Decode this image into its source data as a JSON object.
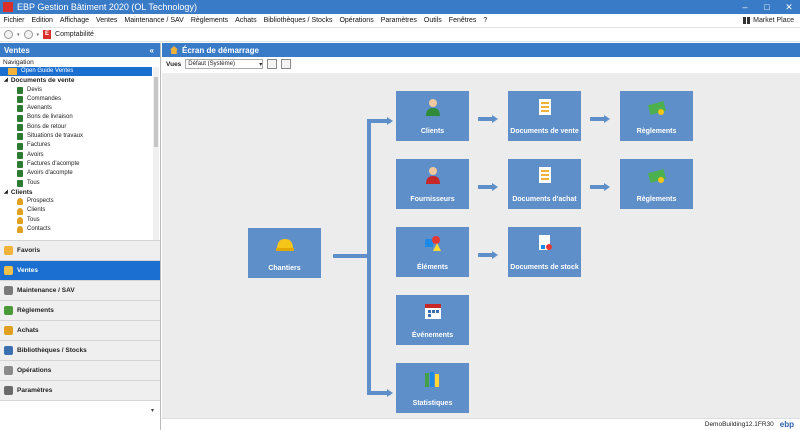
{
  "window": {
    "title": "EBP Gestion Bâtiment 2020 (OL Technology)"
  },
  "menu": [
    "Fichier",
    "Edition",
    "Affichage",
    "Ventes",
    "Maintenance / SAV",
    "Règlements",
    "Achats",
    "Bibliothèques / Stocks",
    "Opérations",
    "Paramètres",
    "Outils",
    "Fenêtres",
    "?"
  ],
  "market_place": "Market Place",
  "toolbar": {
    "compta_label": "Comptabilité"
  },
  "sidebar": {
    "title": "Ventes",
    "collapse": "«",
    "nav_label": "Navigation",
    "open_guide": "Open Guide Ventes",
    "sections": [
      {
        "title": "Documents de vente",
        "items": [
          "Devis",
          "Commandes",
          "Avenants",
          "Bons de livraison",
          "Bons de retour",
          "Situations de travaux",
          "Factures",
          "Avoirs",
          "Factures d'acompte",
          "Avoirs d'acompte",
          "Tous"
        ]
      },
      {
        "title": "Clients",
        "items": [
          "Prospects",
          "Clients",
          "Tous",
          "Contacts"
        ]
      }
    ],
    "nav_groups": [
      "Favoris",
      "Ventes",
      "Maintenance / SAV",
      "Règlements",
      "Achats",
      "Bibliothèques / Stocks",
      "Opérations",
      "Paramètres"
    ]
  },
  "main": {
    "title": "Écran de démarrage",
    "views_label": "Vues",
    "views_value": "Défaut (Système)",
    "tiles": {
      "chantiers": "Chantiers",
      "clients": "Clients",
      "docs_vente": "Documents de vente",
      "reglements1": "Règlements",
      "fournisseurs": "Fournisseurs",
      "docs_achat": "Documents d'achat",
      "reglements2": "Règlements",
      "elements": "Éléments",
      "docs_stock": "Documents de stock",
      "evenements": "Événements",
      "statistiques": "Statistiques"
    }
  },
  "status": {
    "version": "DemoBuilding12.1FR30",
    "brand": "ebp"
  }
}
